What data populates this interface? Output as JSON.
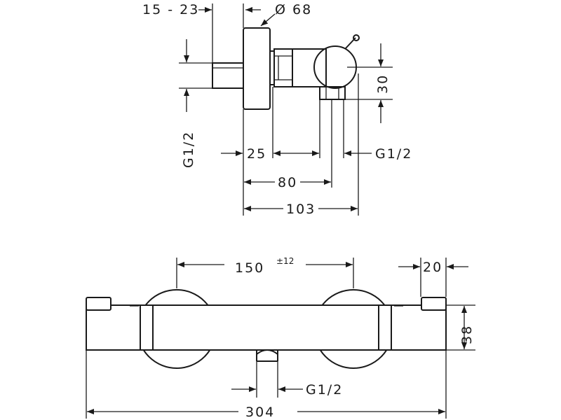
{
  "dimensions": {
    "inlet_offset": "15 - 23",
    "diameter": "Ø 68",
    "connector_height": "30",
    "inlet_thread_left": "G1/2",
    "depth_25": "25",
    "outlet_thread_top": "G1/2",
    "depth_80": "80",
    "depth_103": "103",
    "center_distance": "150",
    "center_tolerance": "±12",
    "end_width": "20",
    "body_height": "38",
    "outlet_thread_bottom": "G1/2",
    "overall_length": "304"
  }
}
